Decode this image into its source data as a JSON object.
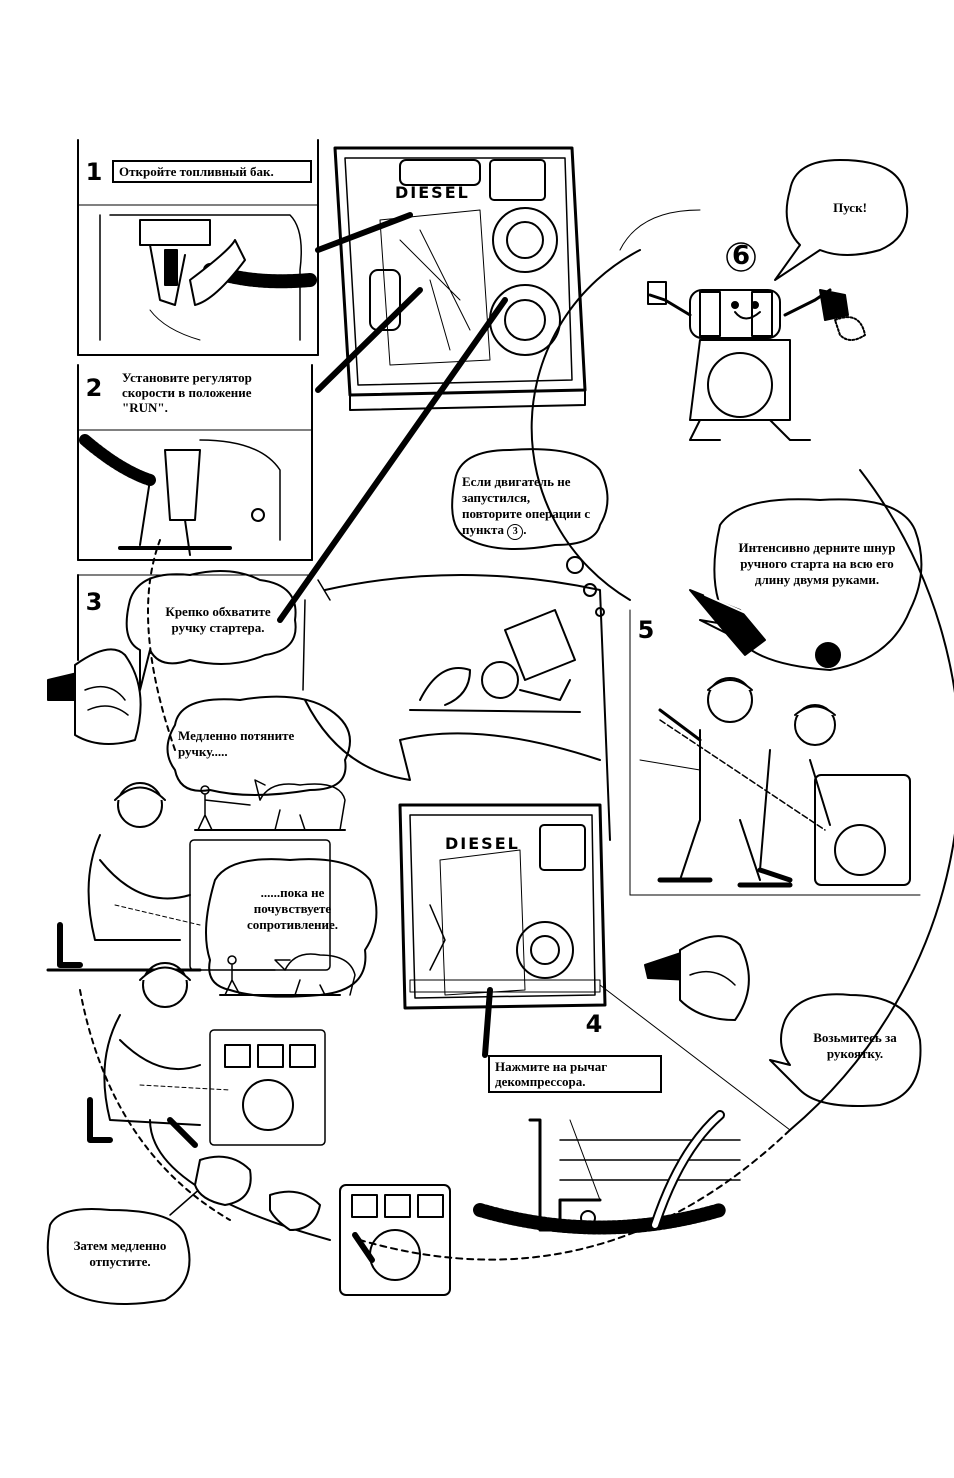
{
  "steps": [
    {
      "number": "1",
      "text": "Откройте топливный бак."
    },
    {
      "number": "2",
      "text": "Установите регулятор скорости в положение \"RUN\"."
    },
    {
      "number": "3",
      "text": "Крепко обхватите ручку стартера."
    },
    {
      "number": "4",
      "text": "Нажмите на рычаг декомпрессора."
    },
    {
      "number": "5",
      "text": "Интенсивно дерните шнур ручного старта на всю его длину двумя руками."
    },
    {
      "number": "6",
      "text": "Пуск!"
    }
  ],
  "bubbles": {
    "pull_slowly": "Медленно потяните ручку.....",
    "until_resistance": "......пока не почувствуете сопротивление.",
    "restart": "Если двигатель не запустился, повторите операции с пункта",
    "restart_ref": "3",
    "grab_handle": "Возьмитесь за рукоятку.",
    "release_slowly": "Затем медленно отпустите."
  },
  "engine_label": "DIESEL"
}
